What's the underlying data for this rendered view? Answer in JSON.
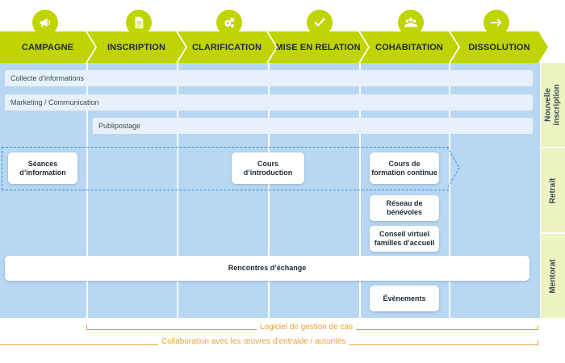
{
  "stages": [
    {
      "label": "CAMPAGNE",
      "icon": "megaphone-icon"
    },
    {
      "label": "INSCRIPTION",
      "icon": "document-icon"
    },
    {
      "label": "CLARIFICATION",
      "icon": "gears-icon"
    },
    {
      "label": "MISE EN RELATION",
      "icon": "checkmark-icon"
    },
    {
      "label": "COHABITATION",
      "icon": "group-icon"
    },
    {
      "label": "DISSOLUTION",
      "icon": "arrow-right-icon"
    }
  ],
  "bars": [
    {
      "label": "Collecte d’informations"
    },
    {
      "label": "Marketing / Communication"
    },
    {
      "label": "Publipostage"
    }
  ],
  "boxes": {
    "seances": "Séances\nd’information",
    "cours_intro": "Cours\nd’introduction",
    "cours_formation": "Cours de\nformation continue",
    "reseau": "Réseau de\nbénévoles",
    "conseil": "Conseil virtuel\nfamilles d’accueil",
    "rencontres": "Rencontres d’échange",
    "evenements": "Évènements"
  },
  "side": {
    "nouvelle": "Nouvelle\ninscription",
    "retrait": "Retrait",
    "mentorat": "Mentorat"
  },
  "brackets": {
    "logiciel": "Logiciel de gestion de cas",
    "collaboration": "Collaboration avec les œuvres d’entraide / autorités"
  },
  "colors": {
    "stage": "#bfd400",
    "area": "#b7d7f3",
    "side": "#eef3c2",
    "accent": "#e3a23a",
    "dash": "#3a8fd6"
  }
}
